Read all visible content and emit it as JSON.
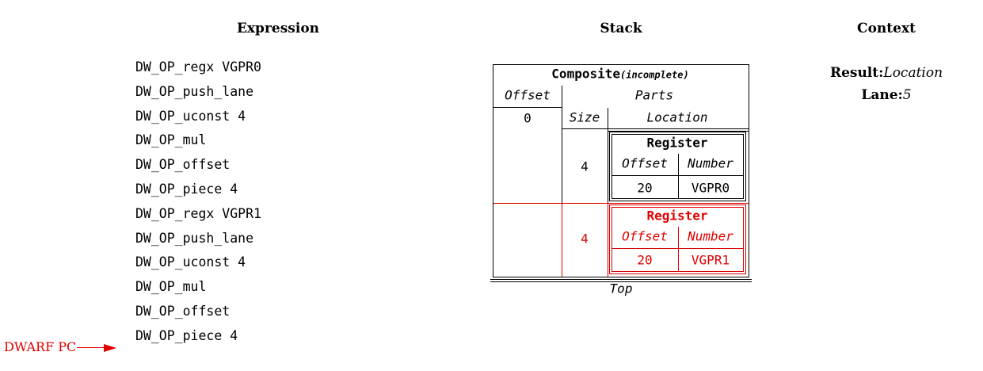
{
  "headings": {
    "expression": "Expression",
    "stack": "Stack",
    "context": "Context"
  },
  "expression": [
    "DW_OP_regx VGPR0",
    "DW_OP_push_lane",
    "DW_OP_uconst 4",
    "DW_OP_mul",
    "DW_OP_offset",
    "DW_OP_piece 4",
    "DW_OP_regx VGPR1",
    "DW_OP_push_lane",
    "DW_OP_uconst 4",
    "DW_OP_mul",
    "DW_OP_offset",
    "DW_OP_piece 4"
  ],
  "pc_label": "DWARF PC",
  "context": {
    "result_label": "Result:",
    "result_value": "Location",
    "lane_label": "Lane:",
    "lane_value": "5"
  },
  "stack": {
    "title": "Composite",
    "title_note": "(incomplete)",
    "offset_header": "Offset",
    "parts_header": "Parts",
    "offset_value": "0",
    "size_header": "Size",
    "location_header": "Location",
    "parts": [
      {
        "size": "4",
        "kind": "Register",
        "offset_label": "Offset",
        "number_label": "Number",
        "offset": "20",
        "number": "VGPR0",
        "highlight": false
      },
      {
        "size": "4",
        "kind": "Register",
        "offset_label": "Offset",
        "number_label": "Number",
        "offset": "20",
        "number": "VGPR1",
        "highlight": true
      }
    ],
    "top_label": "Top"
  },
  "colors": {
    "highlight": "#e00000",
    "text": "#000000"
  }
}
